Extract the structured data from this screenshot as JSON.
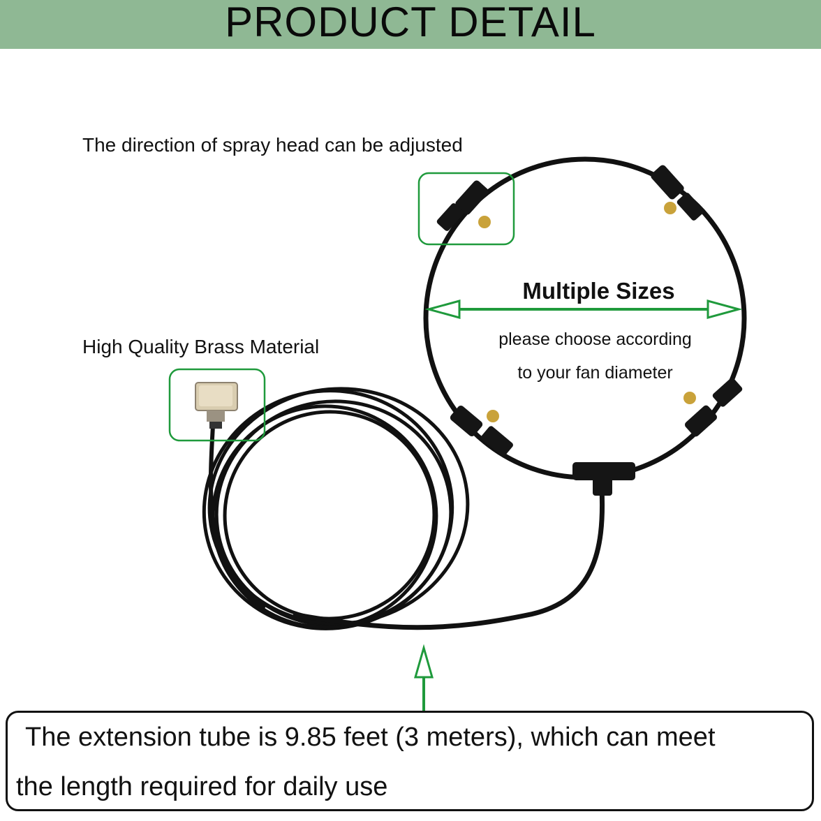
{
  "header": {
    "title": "PRODUCT DETAIL"
  },
  "labels": {
    "spray_direction": "The direction of spray head can be adjusted",
    "brass_material": "High Quality Brass Material",
    "multiple_sizes": "Multiple Sizes",
    "choose_line_1": "please choose according",
    "choose_line_2": "to your fan diameter"
  },
  "bottom_note": {
    "line_1": "The extension tube is 9.85 feet (3 meters), which can meet",
    "line_2": "the length required for daily use"
  },
  "colors": {
    "header_bg": "#8fb894",
    "highlight_green": "#1f9a3c",
    "tube": "#111111",
    "brass": "#c9a23a"
  }
}
